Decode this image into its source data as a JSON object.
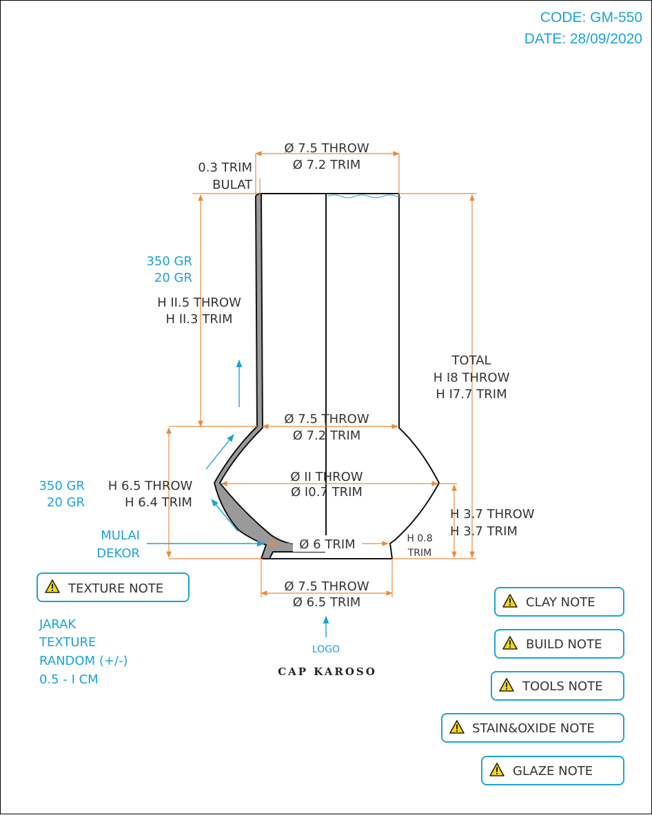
{
  "header": {
    "code": "CODE: GM-550",
    "date": "DATE: 28/09/2020"
  },
  "dimensions": {
    "top_diameter_throw": "Ø 7.5 THROW",
    "top_diameter_trim": "Ø 7.2 TRIM",
    "lip_trim": "0.3 TRIM",
    "lip_shape": "BULAT",
    "neck_height_throw": "H II.5 THROW",
    "neck_height_trim": "H II.3 TRIM",
    "neck_diameter_throw": "Ø 7.5 THROW",
    "neck_diameter_trim": "Ø 7.2 TRIM",
    "belly_diameter_throw": "Ø II THROW",
    "belly_diameter_trim": "Ø I0.7 TRIM",
    "inner_base_trim": "Ø 6 TRIM",
    "total_label": "TOTAL",
    "total_height_throw": "H I8 THROW",
    "total_height_trim": "H I7.7 TRIM",
    "body_height_throw": "H 6.5 THROW",
    "body_height_trim": "H 6.4 TRIM",
    "lower_height_throw": "H 3.7 THROW",
    "lower_height_trim": "H 3.7 TRIM",
    "foot_height": "H 0.8",
    "foot_height_trim": "TRIM",
    "foot_diameter_throw": "Ø 7.5 THROW",
    "foot_diameter_trim": "Ø 6.5 TRIM"
  },
  "weights": {
    "upper_weight": "350 GR",
    "upper_weight_2": "20 GR",
    "lower_weight": "350 GR",
    "lower_weight_2": "20 GR"
  },
  "decoration": {
    "start_line1": "MULAI",
    "start_line2": "DEKOR",
    "logo": "LOGO",
    "stamp": "CAP KAROSO",
    "texture_spacing": [
      "JARAK",
      "TEXTURE",
      "RANDOM (+/-)",
      "0.5 - I CM"
    ]
  },
  "notes": {
    "texture": "TEXTURE NOTE",
    "clay": "CLAY NOTE",
    "build": "BUILD NOTE",
    "tools": "TOOLS NOTE",
    "stain": "STAIN&OXIDE NOTE",
    "glaze": "GLAZE NOTE"
  },
  "colors": {
    "accent_blue": "#1aa3d9",
    "dimension_orange": "#ee8a3a",
    "warning_yellow": "#f5d90a",
    "wall_grey": "#9a9a9a"
  },
  "icons": [
    "warning-icon"
  ]
}
